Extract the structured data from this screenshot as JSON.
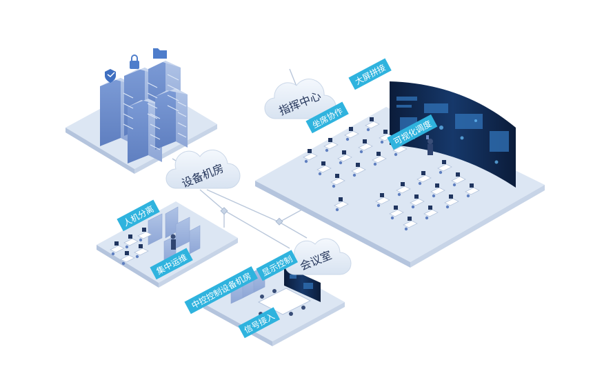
{
  "clouds": {
    "machine_room": "设备机房",
    "command_center": "指挥中心",
    "meeting_room": "会议室"
  },
  "tags": {
    "big_screen": "大屏拼接",
    "seat_collab": "坐席协作",
    "visual_dispatch": "可视化调度",
    "kvm_separation": "人机分离",
    "central_ops": "集中运维",
    "central_ctrl_room": "中控控制设备机房",
    "display_ctrl": "显示控制",
    "signal_access": "信号接入"
  },
  "colors": {
    "tag_bg": "#2FB3DE",
    "platform_top": "#DCE6F3",
    "platform_side": "#B4C4DD",
    "server_front": "#6F8FCB",
    "server_side": "#8EA8DA",
    "cloud": "#E8EFF8",
    "screen": "#0F2346"
  }
}
